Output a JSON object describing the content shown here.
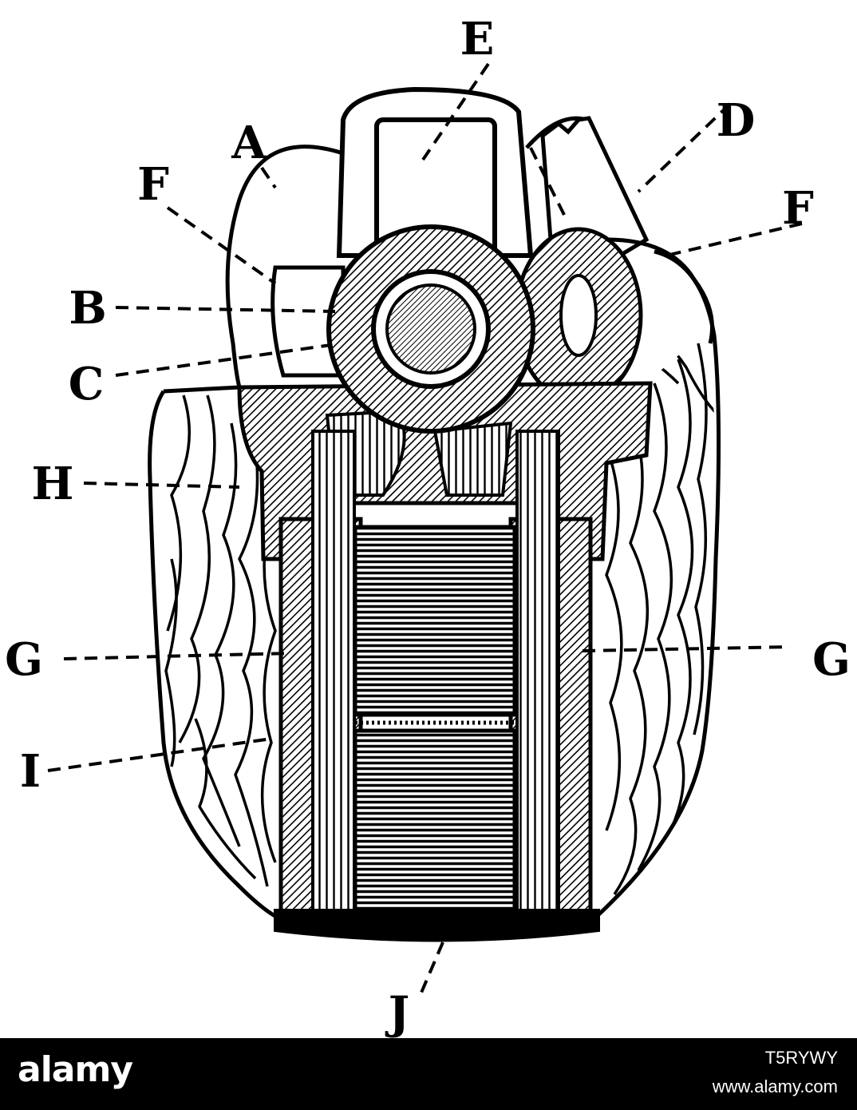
{
  "colors": {
    "ink": "#000000",
    "paper": "#ffffff",
    "watermark_bar": "#000000",
    "watermark_text": "#ffffff"
  },
  "diagram": {
    "labels": {
      "A": "A",
      "B": "B",
      "C": "C",
      "D": "D",
      "E": "E",
      "F_left": "F",
      "F_right": "F",
      "H": "H",
      "G_left": "G",
      "G_right": "G",
      "I": "I",
      "J": "J"
    }
  },
  "watermark": {
    "logo": "alamy",
    "image_id": "T5RYWY",
    "url": "www.alamy.com"
  }
}
